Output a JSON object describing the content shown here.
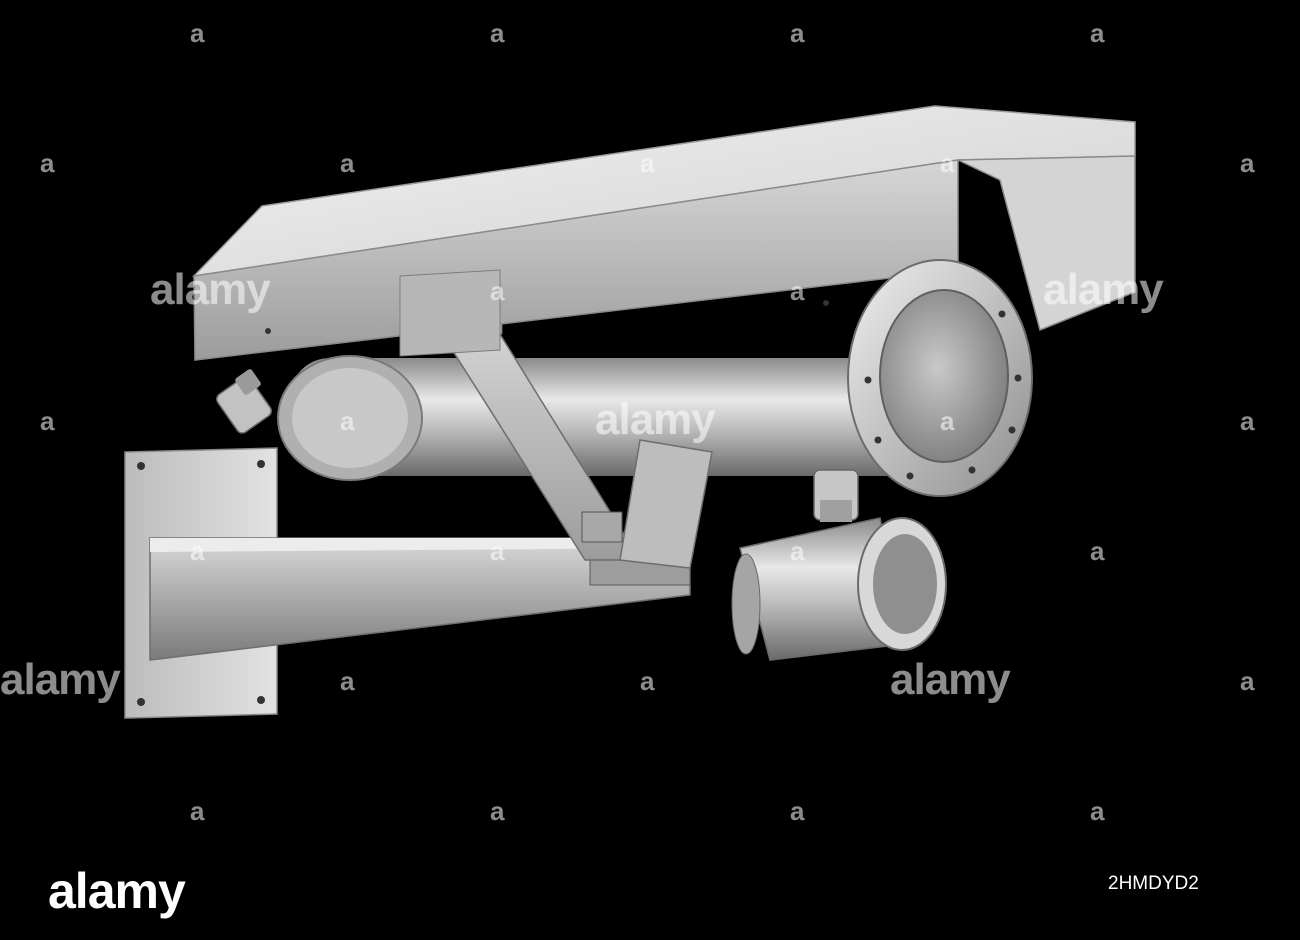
{
  "image": {
    "subject": "stainless steel security camera housing on wall bracket",
    "background_color": "#000000"
  },
  "watermark": {
    "brand_text": "alamy",
    "mark_glyph": "a",
    "color": "#ffffff"
  },
  "footer": {
    "logo_text": "alamy",
    "image_id": "2HMDYD2"
  },
  "colors": {
    "metal_light": "#e6e6e6",
    "metal_mid": "#b5b5b5",
    "metal_dark": "#6e6e6e"
  }
}
